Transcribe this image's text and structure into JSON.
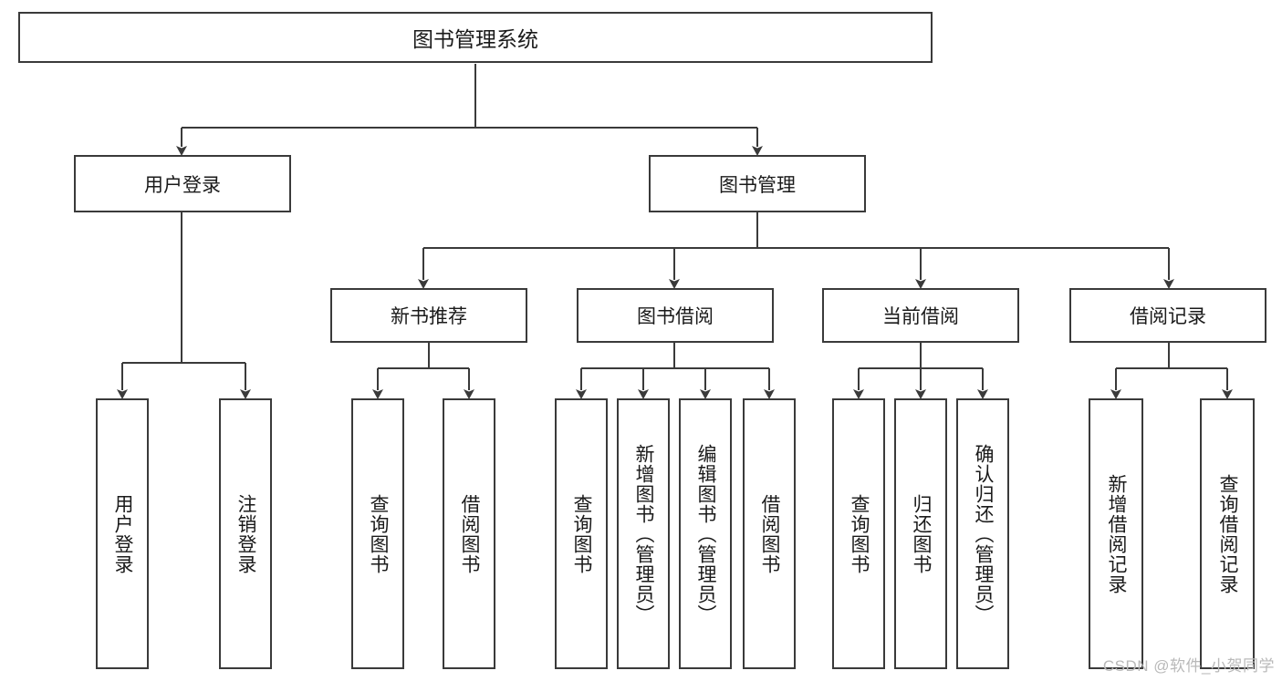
{
  "diagram": {
    "type": "hierarchy-tree",
    "title": "图书管理系统",
    "watermark": "CSDN @软件_小贺同学",
    "colors": {
      "box_border": "#3a3a3a",
      "box_fill": "#ffffff",
      "text": "#1a1a1a",
      "connector": "#3a3a3a",
      "watermark": "#b9b9b9"
    },
    "nodes": {
      "root": {
        "label": "图书管理系统",
        "level": 0
      },
      "l1": [
        {
          "id": "user-login",
          "label": "用户登录"
        },
        {
          "id": "book-manage",
          "label": "图书管理"
        }
      ],
      "l2": [
        {
          "id": "new-book-rec",
          "label": "新书推荐"
        },
        {
          "id": "book-borrow",
          "label": "图书借阅"
        },
        {
          "id": "current-borrow",
          "label": "当前借阅"
        },
        {
          "id": "borrow-record",
          "label": "借阅记录"
        }
      ],
      "leaves": {
        "user_login": [
          {
            "id": "leaf-user-login",
            "label": "用户登录"
          },
          {
            "id": "leaf-logout-login",
            "label": "注销登录"
          }
        ],
        "new_book_rec": [
          {
            "id": "leaf-query-book-1",
            "label": "查询图书"
          },
          {
            "id": "leaf-borrow-book-1",
            "label": "借阅图书"
          }
        ],
        "book_borrow": [
          {
            "id": "leaf-query-book-2",
            "label": "查询图书"
          },
          {
            "id": "leaf-add-book",
            "label": "新增图书（管理员）"
          },
          {
            "id": "leaf-edit-book",
            "label": "编辑图书（管理员）"
          },
          {
            "id": "leaf-borrow-book-2",
            "label": "借阅图书"
          }
        ],
        "current_borrow": [
          {
            "id": "leaf-query-book-3",
            "label": "查询图书"
          },
          {
            "id": "leaf-return-book",
            "label": "归还图书"
          },
          {
            "id": "leaf-confirm-return",
            "label": "确认归还（管理员）"
          }
        ],
        "borrow_record": [
          {
            "id": "leaf-add-record",
            "label": "新增借阅记录"
          },
          {
            "id": "leaf-query-record",
            "label": "查询借阅记录"
          }
        ]
      }
    }
  }
}
